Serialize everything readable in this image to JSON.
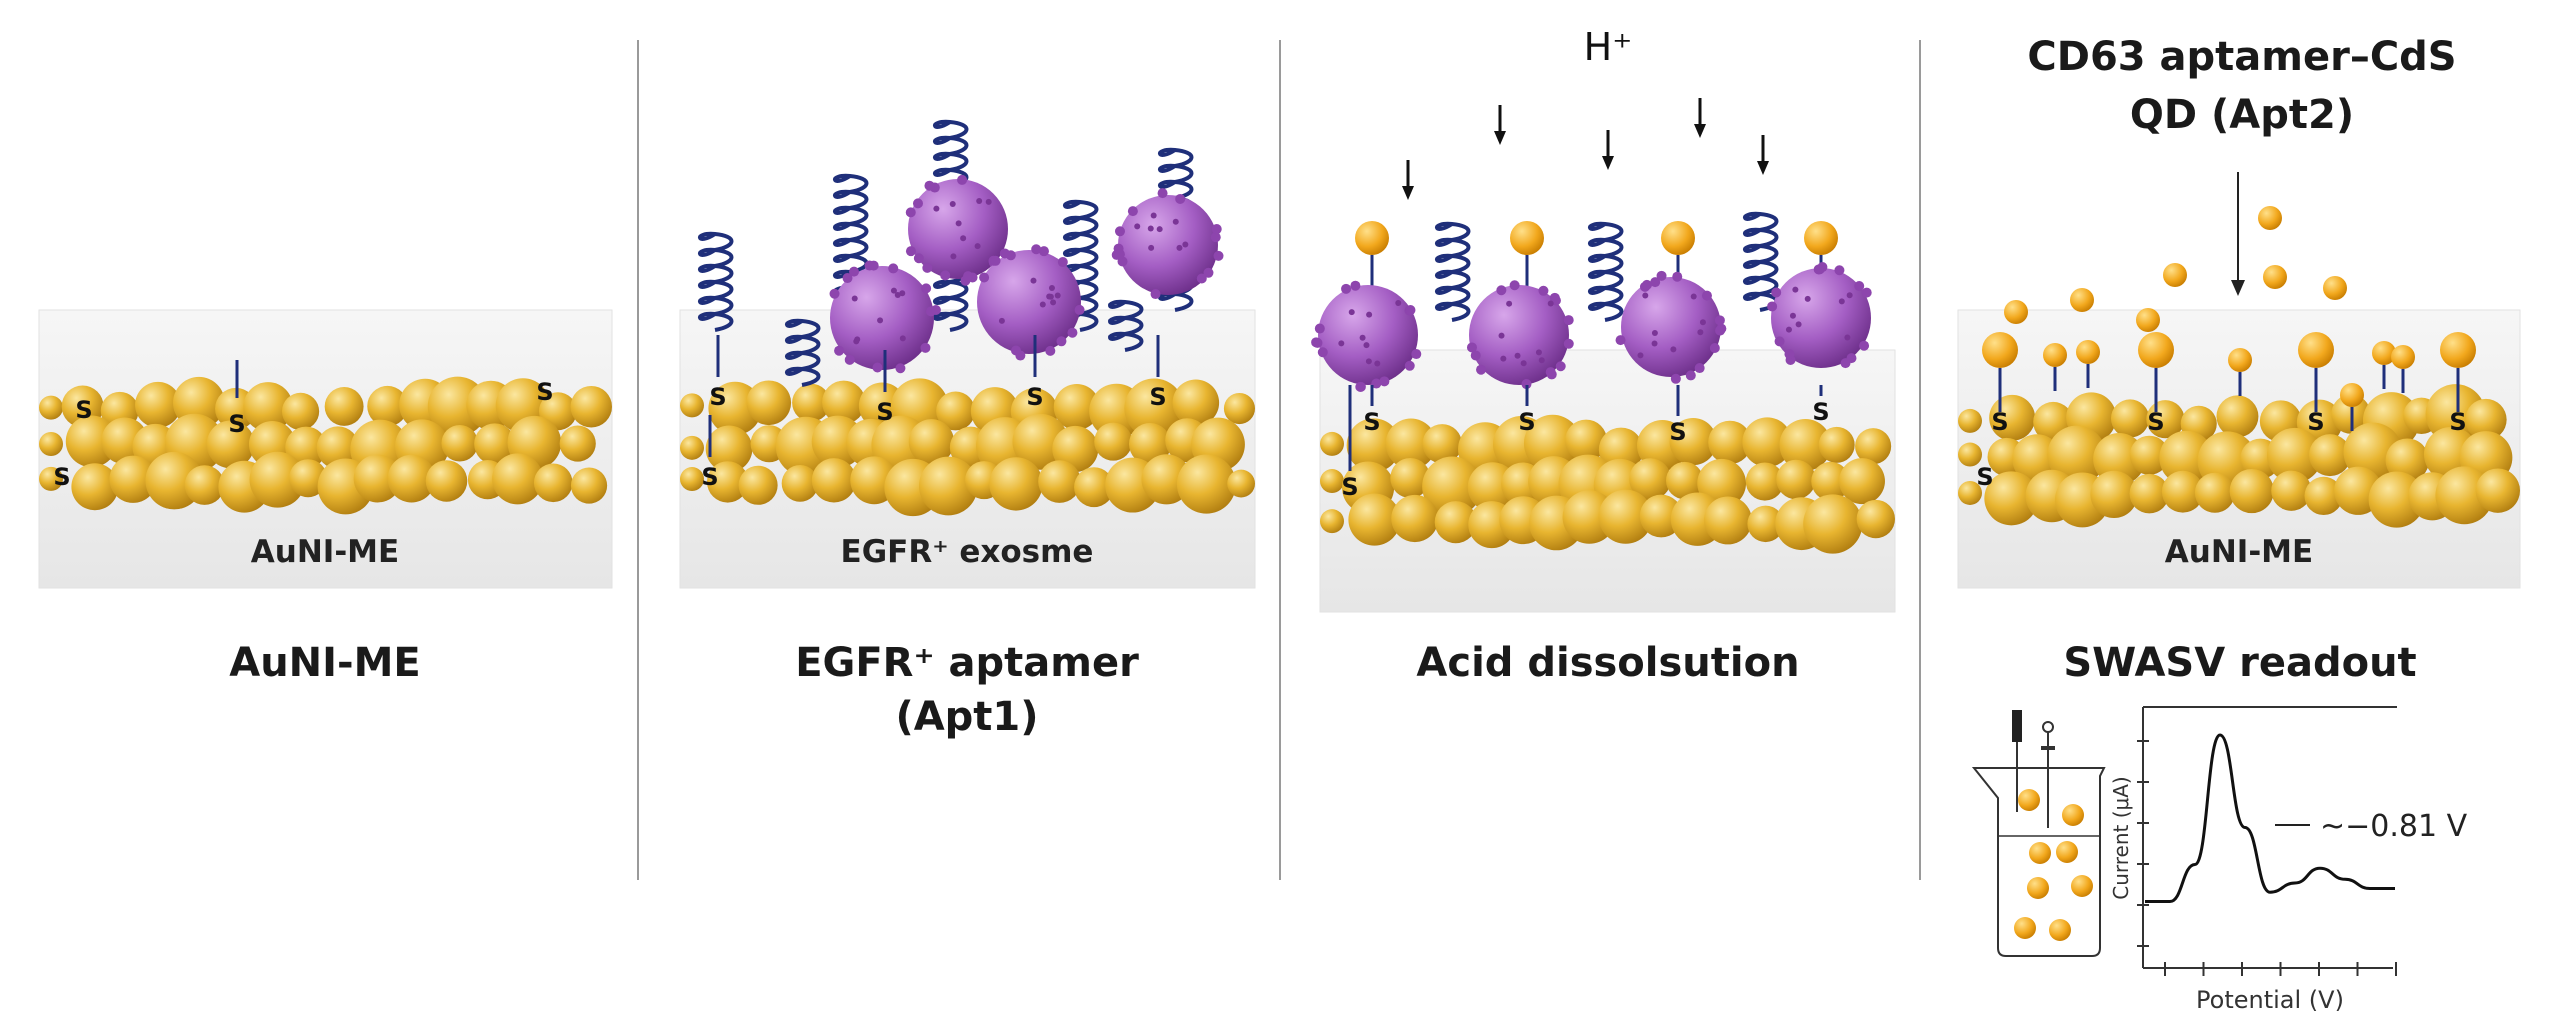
{
  "colors": {
    "gold": "#e8b530",
    "gold_dark": "#b8860b",
    "exosome": "#a45ec4",
    "aptamer": "#1f2f7a",
    "qd": "#f2a81d",
    "divider": "#999999"
  },
  "thiol_label": "S",
  "panels": [
    {
      "electrode_label": "AuNI-ME",
      "caption": [
        "AuNI-ME"
      ]
    },
    {
      "electrode_label": "EGFR⁺ exosme",
      "caption": [
        "EGFR⁺ aptamer",
        "(Apt1)"
      ]
    },
    {
      "top_label": "H⁺",
      "caption": [
        "Acid dissolsution"
      ]
    },
    {
      "top_label": [
        "CD63 aptamer–CdS",
        "QD (Apt2)"
      ],
      "electrode_label": "AuNI-ME",
      "caption": [
        "SWASV readout"
      ]
    }
  ],
  "chart_data": {
    "type": "line",
    "title": "",
    "xlabel": "Potential (V)",
    "ylabel": "Current (μA)",
    "annotation": "~−0.81 V",
    "series": [
      {
        "name": "SWASV",
        "x": [
          0,
          0.1,
          0.2,
          0.3,
          0.4,
          0.5,
          0.6,
          0.7,
          0.8,
          0.9,
          1.0
        ],
        "y": [
          0.1,
          0.1,
          0.3,
          1.0,
          0.5,
          0.15,
          0.2,
          0.28,
          0.22,
          0.17,
          0.17
        ]
      }
    ]
  }
}
